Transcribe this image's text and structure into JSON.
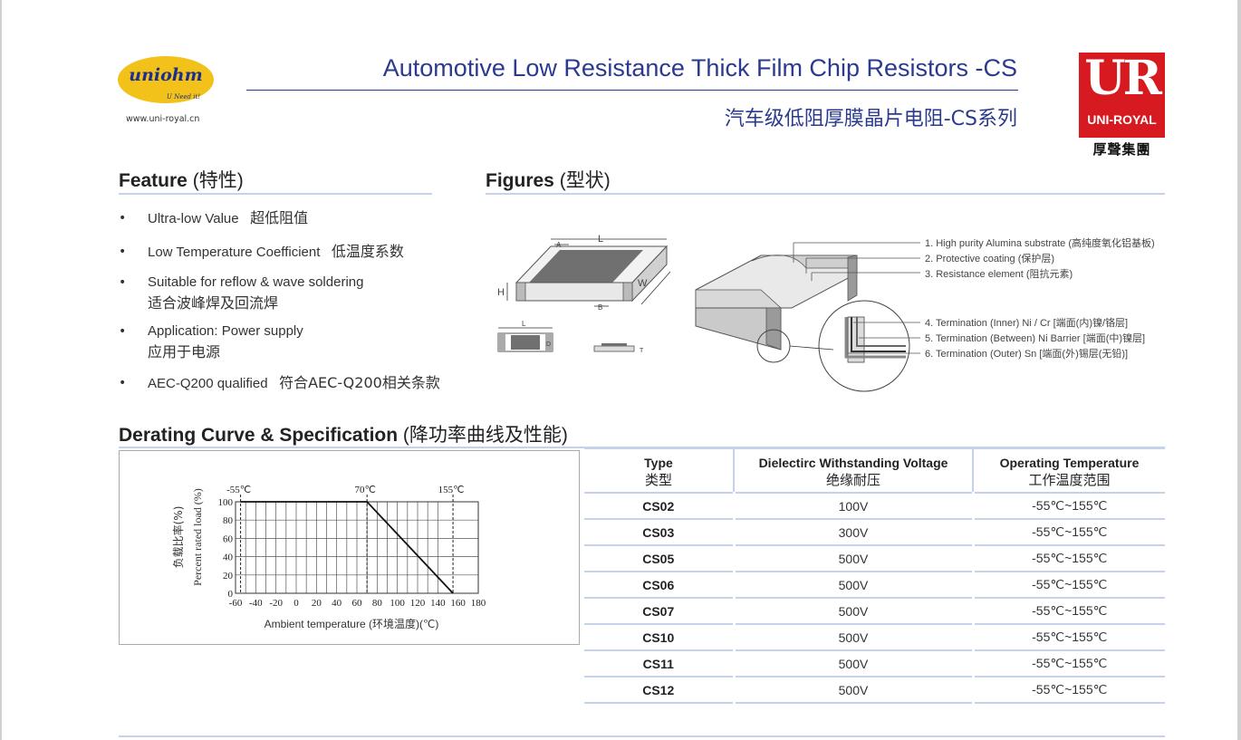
{
  "header": {
    "logo_text": "uniohm",
    "logo_tagline": "U Need it!",
    "website": "www.uni-royal.cn",
    "title_en": "Automotive Low Resistance Thick Film Chip Resistors -CS",
    "title_cn": "汽车级低阻厚膜晶片电阻-CS系列",
    "brand_mark": "UR",
    "brand_name": "UNI-ROYAL",
    "brand_cn": "厚聲集團",
    "brand_color": "#d71920",
    "title_color": "#2b3a8e"
  },
  "feature": {
    "heading": "Feature",
    "heading_cn": "(特性)",
    "bullet": "•",
    "items": [
      {
        "en": "Ultra-low Value",
        "cn": "超低阻值"
      },
      {
        "en": "Low Temperature Coefficient",
        "cn": "低温度系数"
      },
      {
        "en": "Suitable for reflow & wave soldering",
        "cn": "适合波峰焊及回流焊"
      },
      {
        "en": "Application: Power supply",
        "cn": "应用于电源"
      },
      {
        "en": "AEC-Q200 qualified",
        "cn": "符合AEC-Q200相关条款"
      }
    ]
  },
  "figures": {
    "heading": "Figures",
    "heading_cn": "(型状)",
    "dims": {
      "L": "L",
      "W": "W",
      "H": "H",
      "A": "A",
      "B": "B",
      "D": "D",
      "T": "T"
    },
    "callouts": [
      "1. High purity Alumina substrate (高纯度氧化铝基板)",
      "2. Protective coating (保护层)",
      "3. Resistance element (阻抗元素)",
      "4. Termination (Inner) Ni / Cr [端面(内)镍/铬层]",
      "5. Termination (Between) Ni Barrier [端面(中)镍层]",
      "6. Termination (Outer) Sn [端面(外)锡层(无铅)]"
    ]
  },
  "derating": {
    "heading": "Derating Curve & Specification",
    "heading_cn": "(降功率曲线及性能)"
  },
  "chart_data": {
    "type": "line",
    "title": "",
    "xlabel": "Ambient temperature (环境温度)(℃)",
    "ylabel_cn": "负载比率(%)",
    "ylabel": "Percent rated load (%)",
    "x_ticks": [
      "-60",
      "-40",
      "-20",
      "0",
      "20",
      "40",
      "60",
      "80",
      "100",
      "120",
      "140",
      "160",
      "180"
    ],
    "y_ticks": [
      "0",
      "20",
      "40",
      "60",
      "80",
      "100"
    ],
    "xlim": [
      -60,
      180
    ],
    "ylim": [
      0,
      100
    ],
    "grid": true,
    "markers": [
      {
        "x": -55,
        "label": "-55℃"
      },
      {
        "x": 70,
        "label": "70℃"
      },
      {
        "x": 155,
        "label": "155℃"
      }
    ],
    "series": [
      {
        "x": [
          -55,
          70,
          155
        ],
        "y": [
          100,
          100,
          0
        ]
      }
    ]
  },
  "spec_table": {
    "headers": [
      {
        "en": "Type",
        "cn": "类型"
      },
      {
        "en": "Dielectirc Withstanding Voltage",
        "cn": "绝缘耐压"
      },
      {
        "en": "Operating Temperature",
        "cn": "工作温度范围"
      }
    ],
    "rows": [
      {
        "type": "CS02",
        "voltage": "100V",
        "temp": "-55℃~155℃"
      },
      {
        "type": "CS03",
        "voltage": "300V",
        "temp": "-55℃~155℃"
      },
      {
        "type": "CS05",
        "voltage": "500V",
        "temp": "-55℃~155℃"
      },
      {
        "type": "CS06",
        "voltage": "500V",
        "temp": "-55℃~155℃"
      },
      {
        "type": "CS07",
        "voltage": "500V",
        "temp": "-55℃~155℃"
      },
      {
        "type": "CS10",
        "voltage": "500V",
        "temp": "-55℃~155℃"
      },
      {
        "type": "CS11",
        "voltage": "500V",
        "temp": "-55℃~155℃"
      },
      {
        "type": "CS12",
        "voltage": "500V",
        "temp": "-55℃~155℃"
      }
    ]
  }
}
